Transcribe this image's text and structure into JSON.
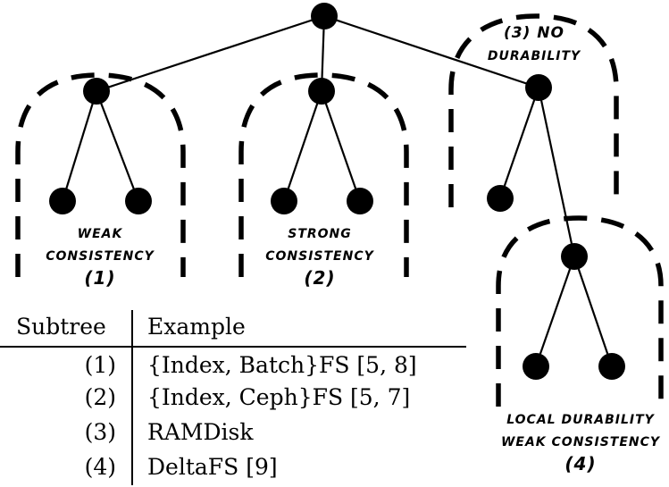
{
  "diagram": {
    "labels": {
      "subtree1": [
        "WEAK",
        "CONSISTENCY",
        "(1)"
      ],
      "subtree2": [
        "STRONG",
        "CONSISTENCY",
        "(2)"
      ],
      "subtree3": [
        "(3) NO",
        "DURABILITY"
      ],
      "subtree4": [
        "LOCAL DURABILITY",
        "WEAK CONSISTENCY",
        "(4)"
      ]
    }
  },
  "table": {
    "headers": {
      "subtree": "Subtree",
      "example": "Example"
    },
    "rows": [
      {
        "subtree": "(1)",
        "example": "{Index, Batch}FS [5, 8]"
      },
      {
        "subtree": "(2)",
        "example": "{Index, Ceph}FS [5, 7]"
      },
      {
        "subtree": "(3)",
        "example": "RAMDisk"
      },
      {
        "subtree": "(4)",
        "example": "DeltaFS [9]"
      }
    ]
  }
}
